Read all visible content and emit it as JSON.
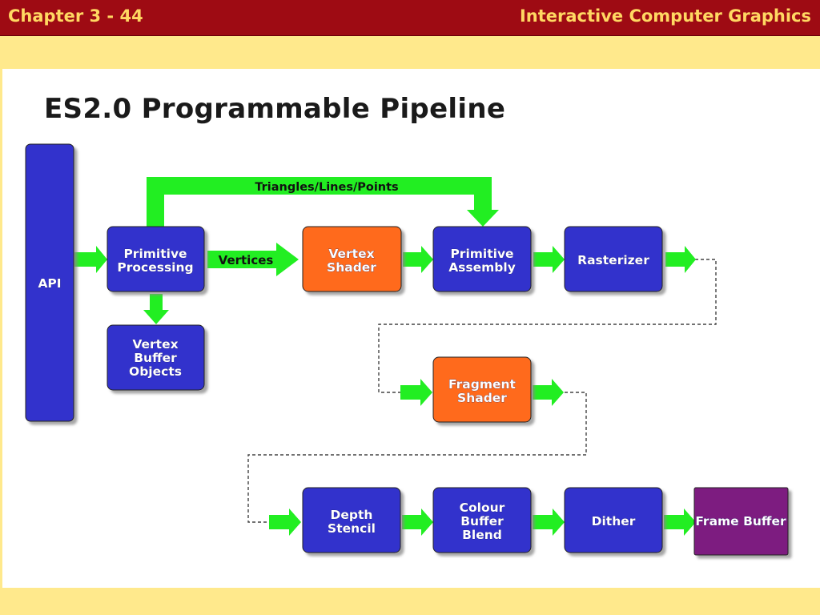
{
  "header": {
    "chapter": "Chapter 3 - 44",
    "course": "Interactive Computer Graphics"
  },
  "slide": {
    "title": "ES2.0 Programmable Pipeline"
  },
  "diagram": {
    "edge_label": "Triangles/Lines/Points",
    "vertices_label": "Vertices",
    "nodes": {
      "api": [
        "API"
      ],
      "primitive_processing": [
        "Primitive",
        "Processing"
      ],
      "vbo": [
        "Vertex",
        "Buffer",
        "Objects"
      ],
      "vertex_shader": [
        "Vertex",
        "Shader"
      ],
      "primitive_assembly": [
        "Primitive",
        "Assembly"
      ],
      "rasterizer": [
        "Rasterizer"
      ],
      "fragment_shader": [
        "Fragment",
        "Shader"
      ],
      "depth_stencil": [
        "Depth",
        "Stencil"
      ],
      "colour_buffer_blend": [
        "Colour",
        "Buffer",
        "Blend"
      ],
      "dither": [
        "Dither"
      ],
      "frame_buffer": [
        "Frame Buffer"
      ]
    },
    "colors": {
      "blue_box": "#3333cc",
      "orange_box": "#ff6a1a",
      "purple_box": "#7d1a80",
      "arrow_green": "#22ee22",
      "header_red": "#9e0b13",
      "header_text": "#ffd862",
      "background": "#ffe98c"
    }
  }
}
